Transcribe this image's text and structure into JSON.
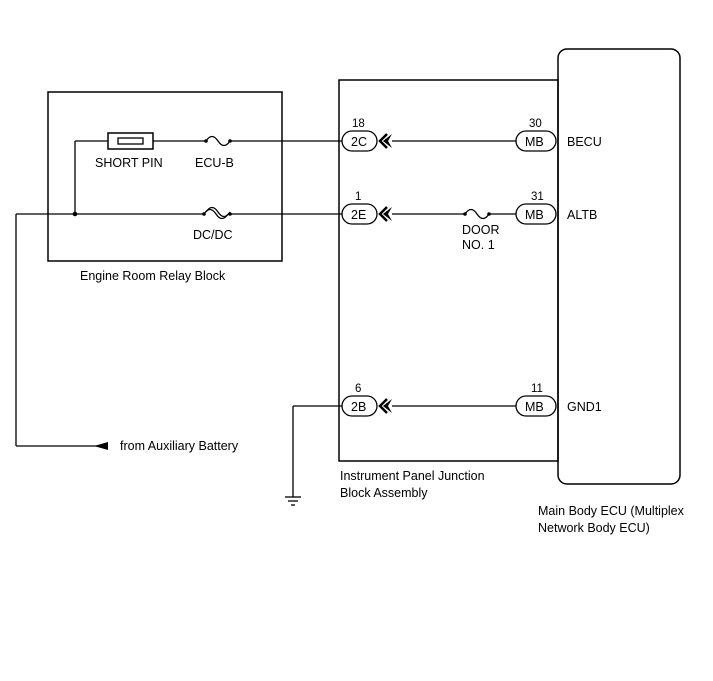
{
  "engine_room_relay_block": {
    "title": "Engine Room Relay Block",
    "short_pin": "SHORT PIN",
    "fuse_ecu_b": "ECU-B",
    "fuse_dc_dc": "DC/DC"
  },
  "instrument_panel_jb": {
    "title_line1": "Instrument Panel Junction",
    "title_line2": "Block Assembly",
    "fuse_door_line1": "DOOR",
    "fuse_door_line2": "NO. 1"
  },
  "main_body_ecu": {
    "title_line1": "Main Body ECU (Multiplex",
    "title_line2": "Network Body ECU)"
  },
  "battery_label": "from Auxiliary Battery",
  "connections": [
    {
      "jb_pin": "18",
      "jb_connector": "2C",
      "ecu_pin": "30",
      "ecu_connector": "MB",
      "signal": "BECU"
    },
    {
      "jb_pin": "1",
      "jb_connector": "2E",
      "ecu_pin": "31",
      "ecu_connector": "MB",
      "signal": "ALTB"
    },
    {
      "jb_pin": "6",
      "jb_connector": "2B",
      "ecu_pin": "11",
      "ecu_connector": "MB",
      "signal": "GND1"
    }
  ]
}
